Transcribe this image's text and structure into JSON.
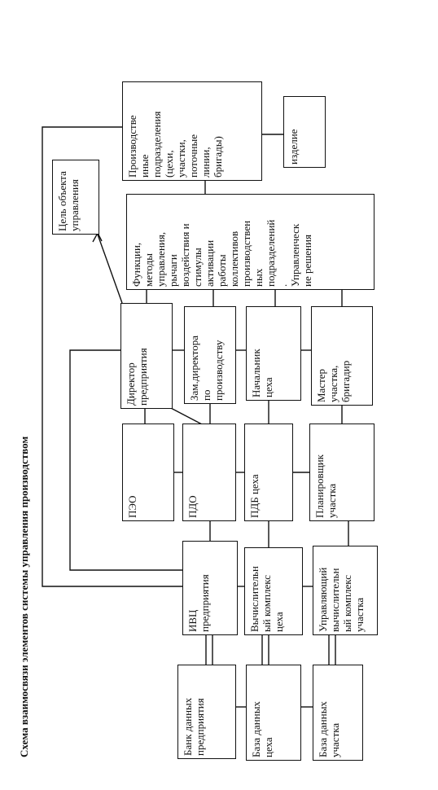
{
  "title": "Схема взаимосвязи элементов системы управления производством",
  "nodes": {
    "production": "Производстве\nиные\nподразделения\n(цехи,\nучастки,\nпоточные\nлинии,\nбригады)",
    "product": "изделие",
    "goal": "Цель объекта\nуправления",
    "functions": "Функции,\nметоды\nуправления,\nрычаги\nвоздействия и\nстимулы\nактивации\nработы\nколлективов\nпроизводствен\nных\nподразделений\n.\nУправленческ\nие решения",
    "director": "Директор\nпредприятия",
    "deputy": "Зам.директора\nпо\nпроизводству",
    "shop_head": "Начальник\nцеха",
    "master": "Мастер\nучастка,\nбригадир",
    "peo": "ПЭО",
    "pdo": "ПДО",
    "pdb": "ПДБ цеха",
    "planner": "Планировщик\nучастка",
    "ivc": "ИВЦ\nпредприятия",
    "shop_complex": "Вычислительн\nый комплекс\nцеха",
    "area_complex": "Управляющий\nвычислительн\nый комплекс\nучастка",
    "bank": "Банк данных\nпредприятия",
    "shop_db": "База данных\nцеха",
    "area_db": "База данных\nучастка"
  }
}
